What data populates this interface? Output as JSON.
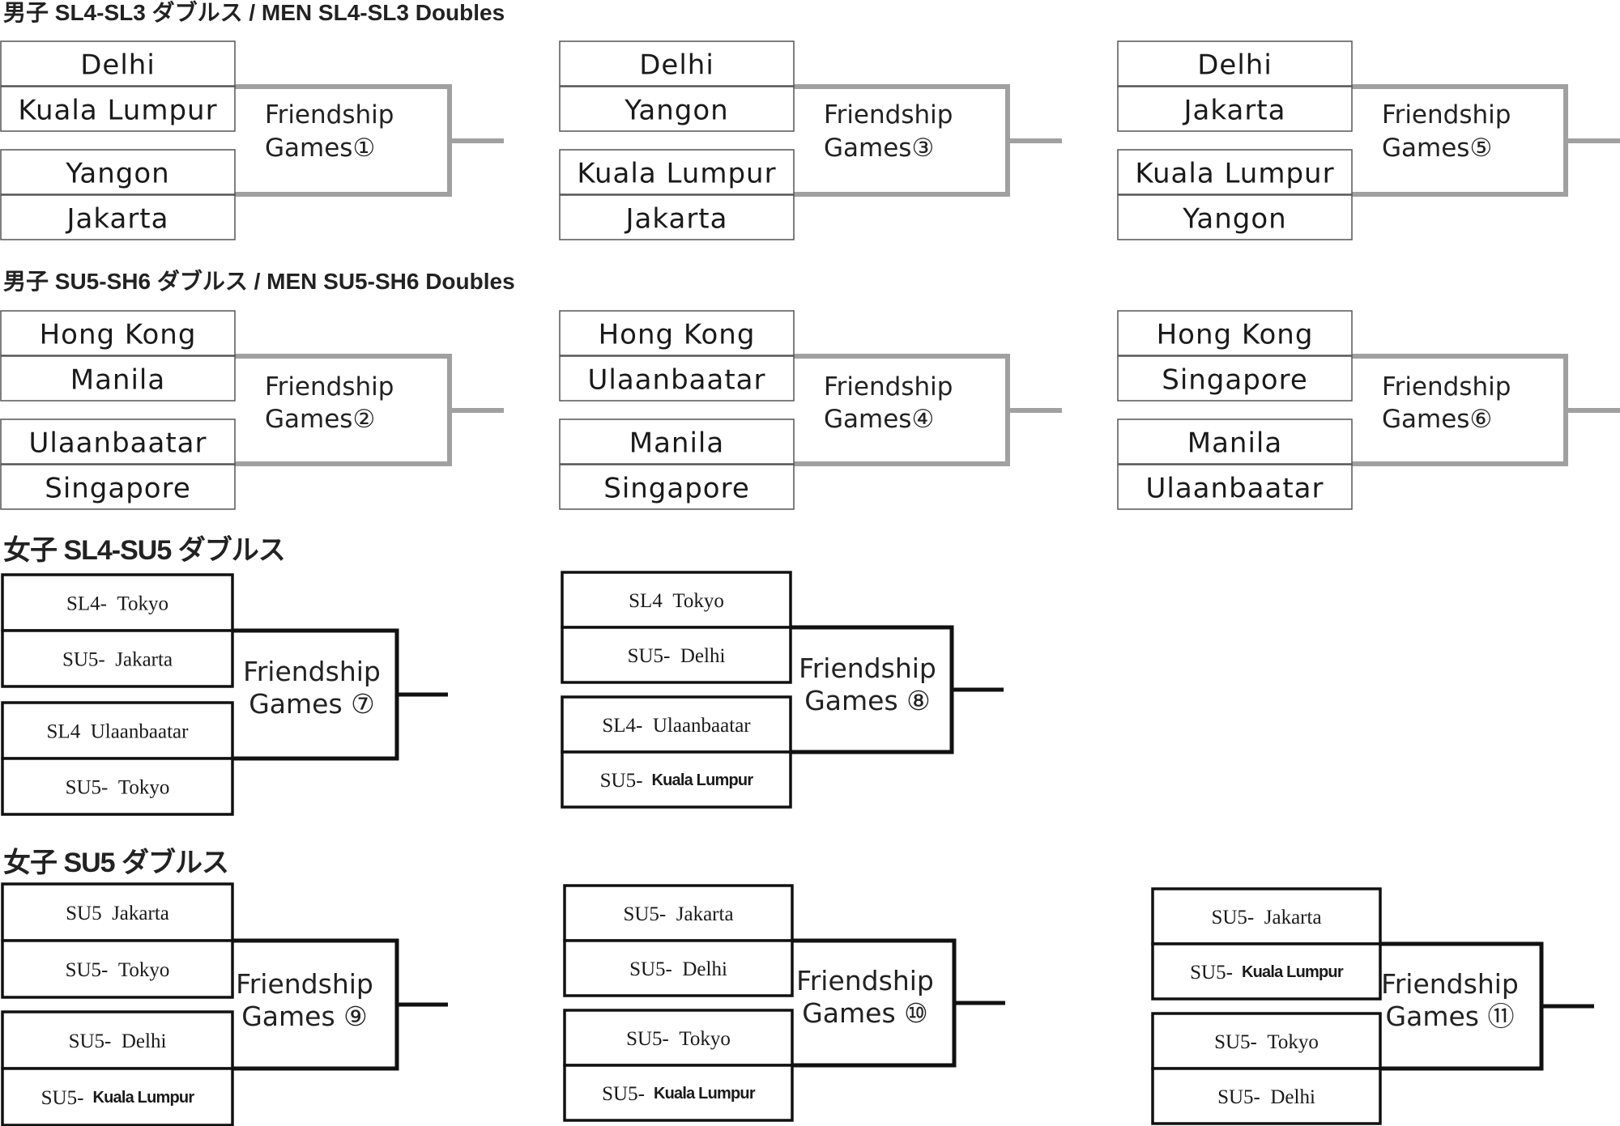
{
  "sections": [
    {
      "title": "男子 SL4-SL3 ダブルス / MEN SL4-SL3 Doubles",
      "style": "men",
      "brackets": [
        {
          "teams": [
            "Delhi",
            "Kuala Lumpur",
            "Yangon",
            "Jakarta"
          ],
          "game": [
            "Friendship",
            "Games①"
          ]
        },
        {
          "teams": [
            "Delhi",
            "Yangon",
            "Kuala Lumpur",
            "Jakarta"
          ],
          "game": [
            "Friendship",
            "Games③"
          ]
        },
        {
          "teams": [
            "Delhi",
            "Jakarta",
            "Kuala Lumpur",
            "Yangon"
          ],
          "game": [
            "Friendship",
            "Games⑤"
          ]
        }
      ]
    },
    {
      "title": "男子 SU5-SH6 ダブルス / MEN SU5-SH6 Doubles",
      "style": "men",
      "brackets": [
        {
          "teams": [
            "Hong Kong",
            "Manila",
            "Ulaanbaatar",
            "Singapore"
          ],
          "game": [
            "Friendship",
            "Games②"
          ]
        },
        {
          "teams": [
            "Hong Kong",
            "Ulaanbaatar",
            "Manila",
            "Singapore"
          ],
          "game": [
            "Friendship",
            "Games④"
          ]
        },
        {
          "teams": [
            "Hong Kong",
            "Singapore",
            "Manila",
            "Ulaanbaatar"
          ],
          "game": [
            "Friendship",
            "Games⑥"
          ]
        }
      ]
    },
    {
      "title": "女子 SL4-SU5 ダブルス",
      "style": "women",
      "brackets": [
        {
          "teams": [
            {
              "prefix": "SL4-",
              "name": "Tokyo"
            },
            {
              "prefix": "SU5-",
              "name": "Jakarta"
            },
            {
              "prefix": "SL4",
              "name": "Ulaanbaatar"
            },
            {
              "prefix": "SU5-",
              "name": "Tokyo"
            }
          ],
          "game": [
            "Friendship",
            "Games ⑦"
          ]
        },
        {
          "teams": [
            {
              "prefix": "SL4",
              "name": "Tokyo"
            },
            {
              "prefix": "SU5-",
              "name": "Delhi"
            },
            {
              "prefix": "SL4-",
              "name": "Ulaanbaatar"
            },
            {
              "prefix": "SU5-",
              "name": "Kuala Lumpur"
            }
          ],
          "game": [
            "Friendship",
            "Games ⑧"
          ]
        }
      ]
    },
    {
      "title": "女子 SU5 ダブルス",
      "style": "women",
      "brackets": [
        {
          "teams": [
            {
              "prefix": "SU5",
              "name": "Jakarta"
            },
            {
              "prefix": "SU5-",
              "name": "Tokyo"
            },
            {
              "prefix": "SU5-",
              "name": "Delhi"
            },
            {
              "prefix": "SU5-",
              "name": "Kuala Lumpur"
            }
          ],
          "game": [
            "Friendship",
            "Games ⑨"
          ]
        },
        {
          "teams": [
            {
              "prefix": "SU5-",
              "name": "Jakarta"
            },
            {
              "prefix": "SU5-",
              "name": "Delhi"
            },
            {
              "prefix": "SU5-",
              "name": "Tokyo"
            },
            {
              "prefix": "SU5-",
              "name": "Kuala Lumpur"
            }
          ],
          "game": [
            "Friendship",
            "Games ⑩"
          ]
        },
        {
          "teams": [
            {
              "prefix": "SU5-",
              "name": "Jakarta"
            },
            {
              "prefix": "SU5-",
              "name": "Kuala Lumpur"
            },
            {
              "prefix": "SU5-",
              "name": "Tokyo"
            },
            {
              "prefix": "SU5-",
              "name": "Delhi"
            }
          ],
          "game": [
            "Friendship",
            "Games ⑪"
          ]
        }
      ]
    }
  ],
  "colors": {
    "men_connector": "#a0a0a0",
    "women_connector": "#111111",
    "men_box_border": "#555555",
    "women_box_border": "#111111"
  }
}
